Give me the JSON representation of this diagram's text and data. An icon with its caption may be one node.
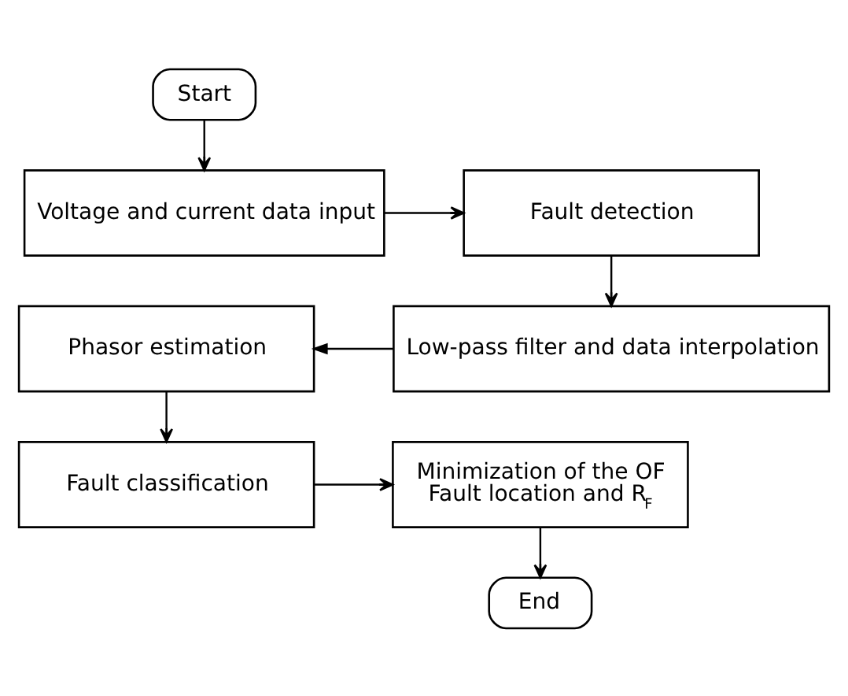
{
  "diagram": {
    "nodes": [
      {
        "text": [
          "Start"
        ]
      },
      {
        "text": [
          "Voltage and current data input"
        ]
      },
      {
        "text": [
          "Fault detection"
        ]
      },
      {
        "text": [
          "Phasor estimation"
        ]
      },
      {
        "text": [
          "Low-pass filter and data interpolation"
        ]
      },
      {
        "text": [
          "Fault classification"
        ]
      },
      {
        "text": [
          "Minimization of the OF",
          "Fault location and R$_{F}$"
        ]
      },
      {
        "text": [
          "End"
        ]
      }
    ],
    "edges": [
      {
        "from": 0,
        "to": 1,
        "arrow": "to"
      },
      {
        "from": 1,
        "to": 2,
        "arrow": "to"
      },
      {
        "from": 2,
        "to": 4,
        "arrow": "to"
      },
      {
        "from": 4,
        "to": 3,
        "arrow": "to"
      },
      {
        "from": 3,
        "to": 5,
        "arrow": "to"
      },
      {
        "from": 5,
        "to": 6,
        "arrow": "to"
      },
      {
        "from": 6,
        "to": 7,
        "arrow": "to"
      }
    ]
  }
}
